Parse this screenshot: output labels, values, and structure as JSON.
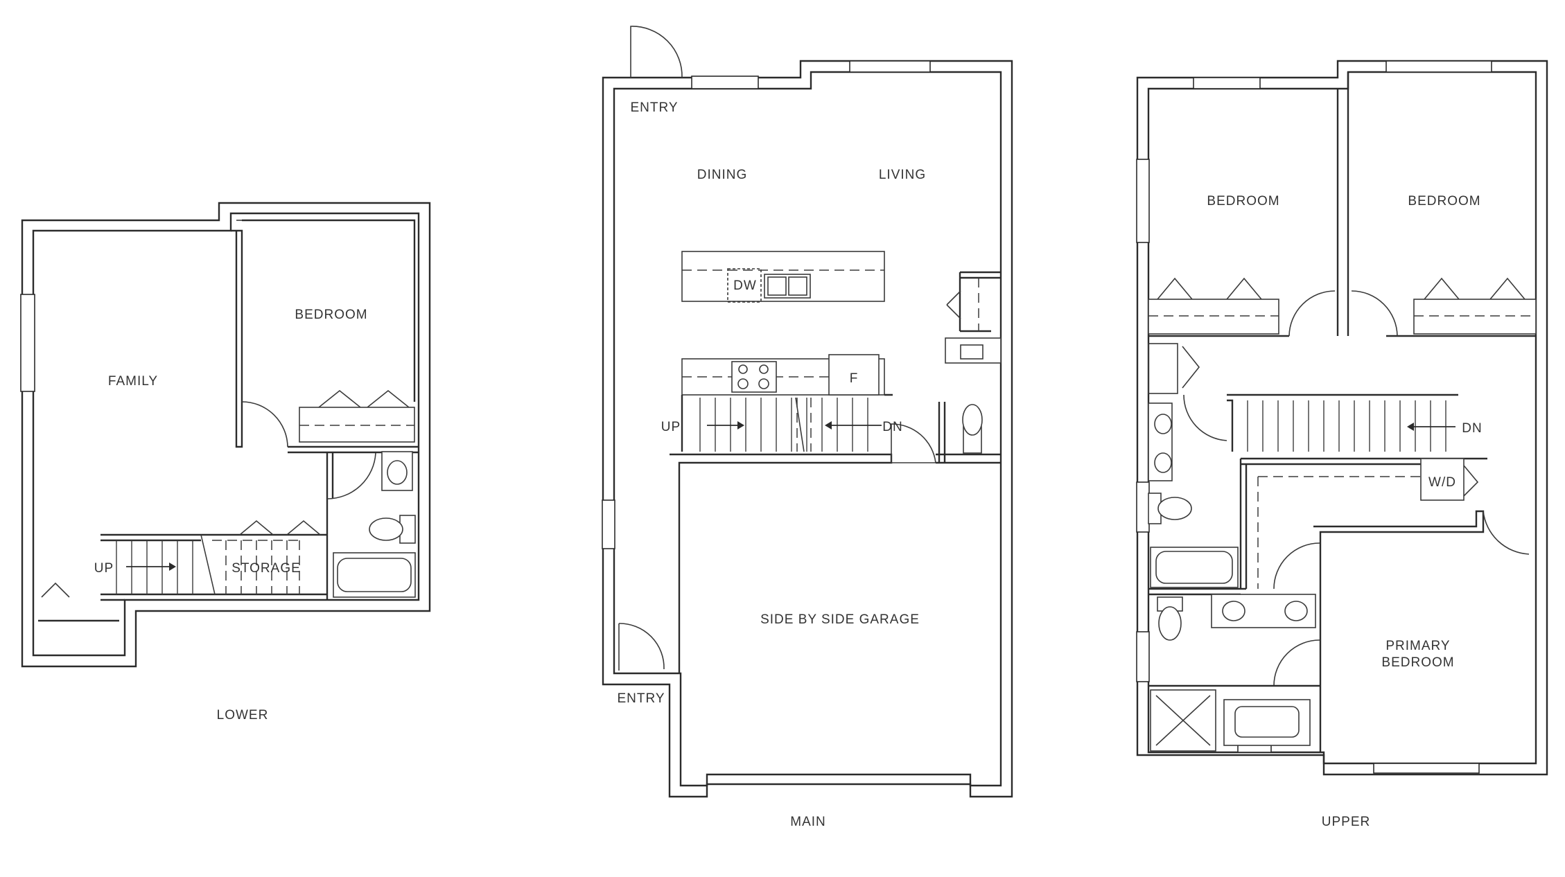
{
  "floors": {
    "lower": {
      "title": "LOWER",
      "rooms": {
        "family": "FAMILY",
        "bedroom": "BEDROOM",
        "storage": "STORAGE"
      },
      "stairs": {
        "up": "UP"
      }
    },
    "main": {
      "title": "MAIN",
      "rooms": {
        "entry_top": "ENTRY",
        "entry_bottom": "ENTRY",
        "dining": "DINING",
        "living": "LIVING",
        "garage": "SIDE BY SIDE GARAGE"
      },
      "fixtures": {
        "dishwasher": "DW",
        "fridge": "F"
      },
      "stairs": {
        "up": "UP",
        "down": "DN"
      }
    },
    "upper": {
      "title": "UPPER",
      "rooms": {
        "bedroom_left": "BEDROOM",
        "bedroom_right": "BEDROOM",
        "primary_line1": "PRIMARY",
        "primary_line2": "BEDROOM"
      },
      "fixtures": {
        "washer_dryer": "W/D"
      },
      "stairs": {
        "down": "DN"
      }
    }
  }
}
